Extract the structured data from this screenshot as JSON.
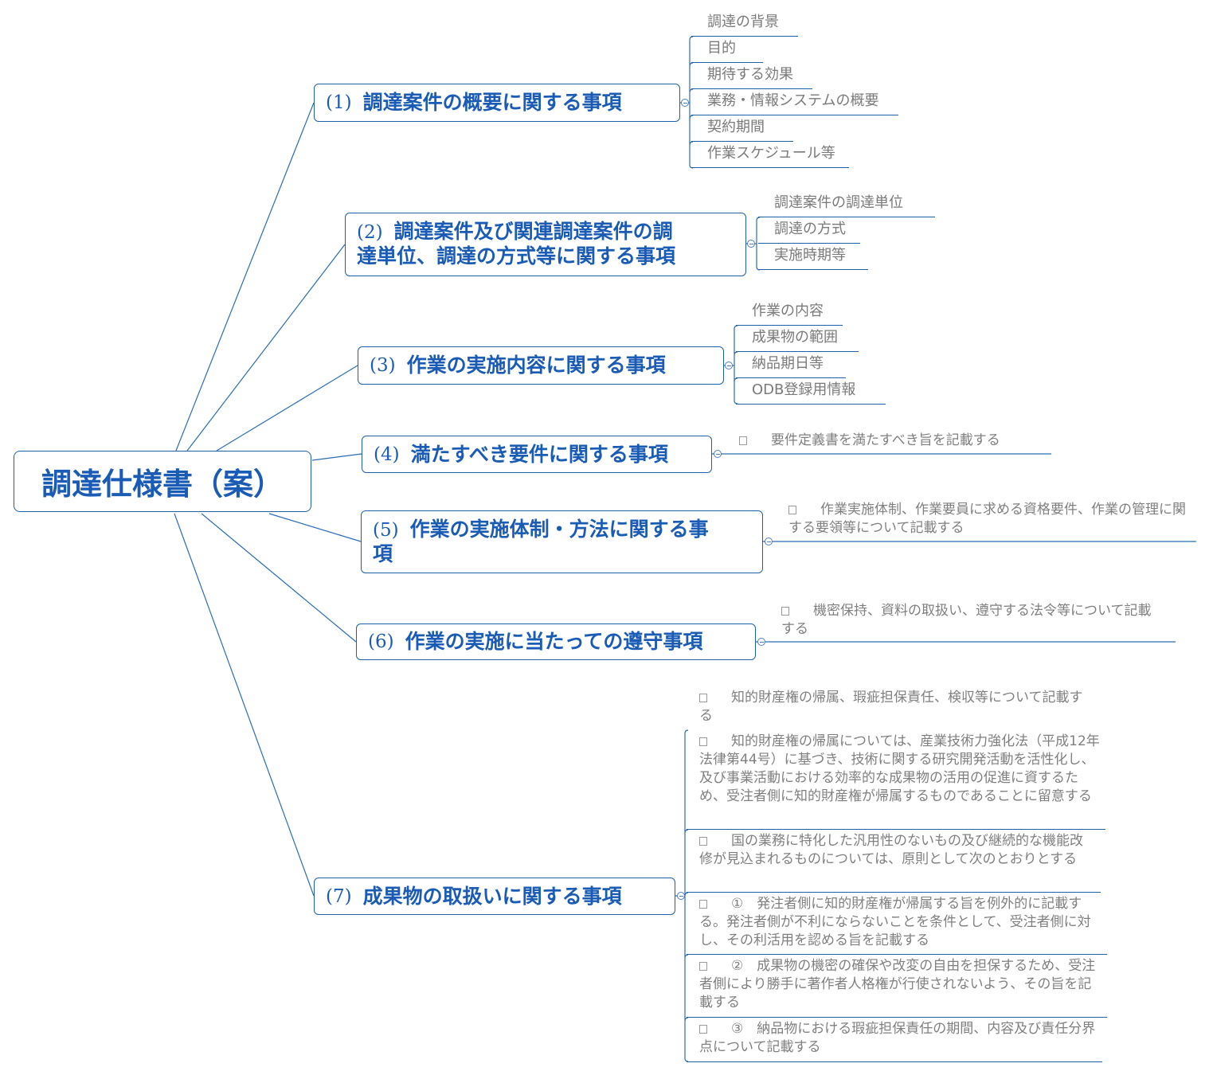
{
  "root": {
    "label": "調達仕様書（案）"
  },
  "topics": [
    {
      "num": "(1)",
      "label": "調達案件の概要に関する事項",
      "children": [
        "調達の背景",
        "目的",
        "期待する効果",
        "業務・情報システムの概要",
        "契約期間",
        "作業スケジュール等"
      ]
    },
    {
      "num": "(2)",
      "label": "調達案件及び関連調達案件の調達単位、調達の方式等に関する事項",
      "label_line1": "調達案件及び関連調達案件の調",
      "label_line2": "達単位、調達の方式等に関する事項",
      "children": [
        "調達案件の調達単位",
        "調達の方式",
        "実施時期等"
      ]
    },
    {
      "num": "(3)",
      "label": "作業の実施内容に関する事項",
      "children": [
        "作業の内容",
        "成果物の範囲",
        "納品期日等",
        "ODB登録用情報"
      ]
    },
    {
      "num": "(4)",
      "label": "満たすべき要件に関する事項",
      "children": [
        "要件定義書を満たすべき旨を記載する"
      ]
    },
    {
      "num": "(5)",
      "label": "作業の実施体制・方法に関する事項",
      "label_line1": "作業の実施体制・方法に関する事",
      "label_line2": "項",
      "children": [
        "作業実施体制、作業要員に求める資格要件、作業の管理に関する要領等について記載する"
      ]
    },
    {
      "num": "(6)",
      "label": "作業の実施に当たっての遵守事項",
      "children": [
        "機密保持、資料の取扱い、遵守する法令等について記載する"
      ]
    },
    {
      "num": "(7)",
      "label": "成果物の取扱いに関する事項",
      "children": [
        "知的財産権の帰属、瑕疵担保責任、検収等について記載する",
        "知的財産権の帰属については、産業技術力強化法（平成12年法律第44号）に基づき、技術に関する研究開発活動を活性化し、及び事業活動における効率的な成果物の活用の促進に資するため、受注者側に知的財産権が帰属するものであることに留意する",
        "国の業務に特化した汎用性のないもの及び継続的な機能改修が見込まれるものについては、原則として次のとおりとする",
        "①　発注者側に知的財産権が帰属する旨を例外的に記載する。発注者側が不利にならないことを条件として、受注者側に対し、その利活用を認める旨を記載する",
        "②　成果物の機密の確保や改変の自由を担保するため、受注者側により勝手に著作者人格権が行使されないよう、その旨を記載する",
        "③　納品物における瑕疵担保責任の期間、内容及び責任分界点について記載する"
      ]
    }
  ],
  "colors": {
    "accent": "#1a5bb5",
    "line": "#1f5fa8",
    "subtext": "#7a7a7a",
    "background": "#ffffff"
  },
  "icons": {
    "collapse": "collapse-minus-circle",
    "checkbox": "empty-square-bullet"
  }
}
